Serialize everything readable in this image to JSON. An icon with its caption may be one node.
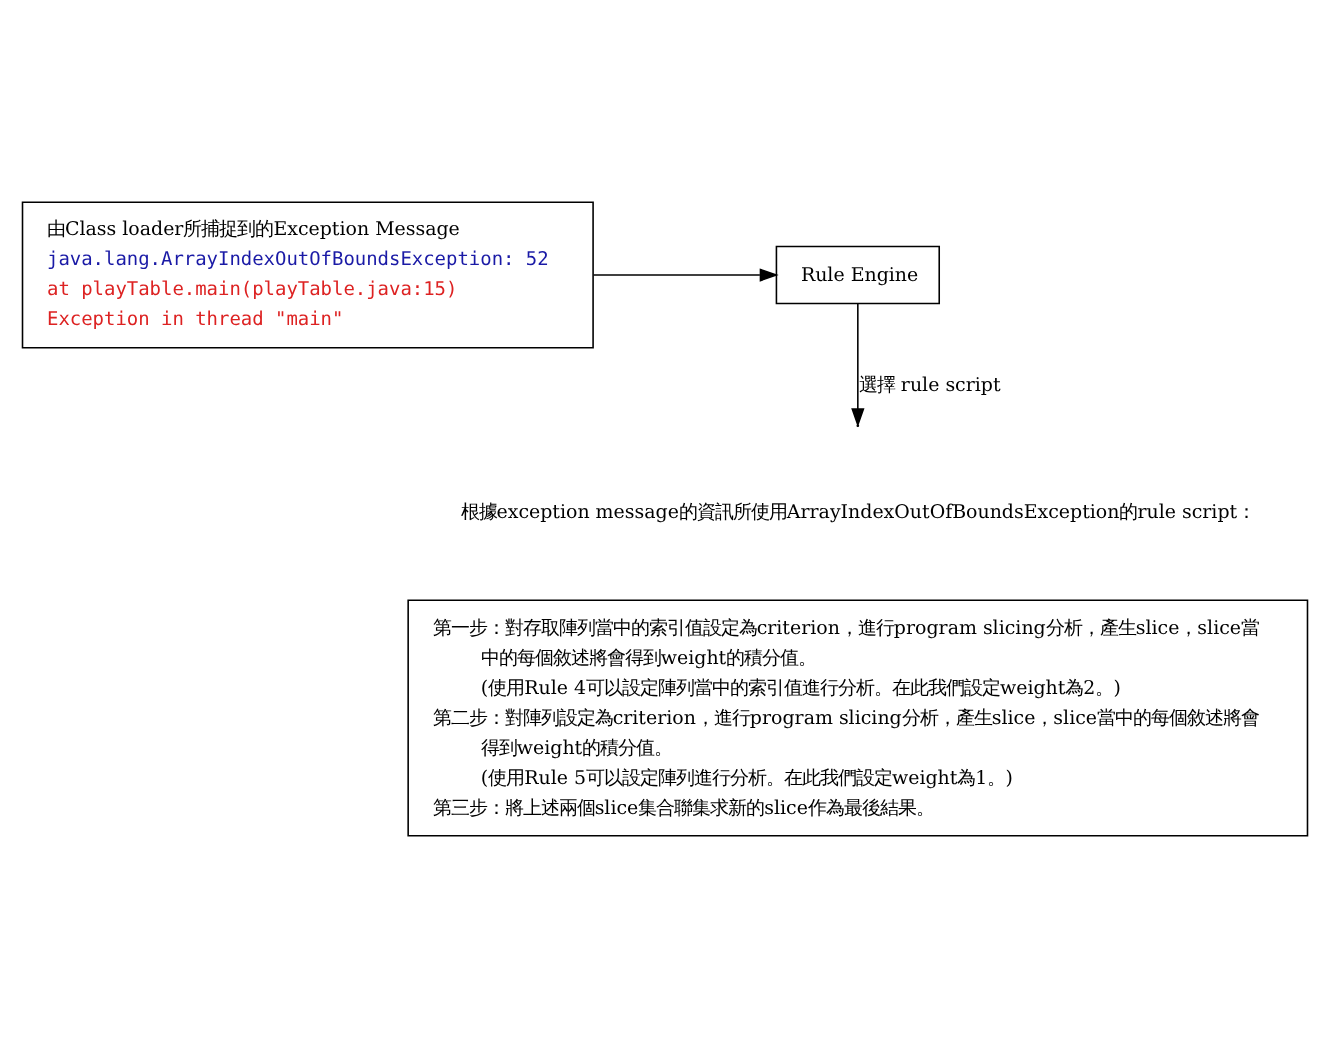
{
  "diagram": {
    "nodes": [
      {
        "text": [
          "由Class loader所捕捉到的Exception Message",
          "java.lang.ArrayIndexOutOfBoundsException: 52",
          "at playTable.main(playTable.java:15)",
          "Exception in thread \"main\""
        ]
      },
      {
        "text": [
          "Rule Engine"
        ]
      },
      {
        "text": [
          "第一步：對存取陣列當中的索引值設定為criterion，進行program slicing分析，產生slice，slice當中的每個敘述將會得到weight的積分值。",
          "(使用Rule 4可以設定陣列當中的索引值進行分析。在此我們設定weight為2。)",
          "第二步：對陣列設定為criterion，進行program slicing分析，產生slice，slice當中的每個敘述將會得到weight的積分值。",
          "(使用Rule 5可以設定陣列進行分析。在此我們設定weight為1。)",
          "第三步：將上述兩個slice集合聯集求新的slice作為最後結果。"
        ]
      }
    ],
    "edges": [
      {
        "from": 0,
        "to": 1,
        "arrow": "to"
      },
      {
        "from": 1,
        "to": null,
        "arrow": "to",
        "label": "選擇 rule script"
      }
    ],
    "labels": [
      "根據exception message的資訊所使用ArrayIndexOutOfBoundsException的rule script："
    ]
  }
}
